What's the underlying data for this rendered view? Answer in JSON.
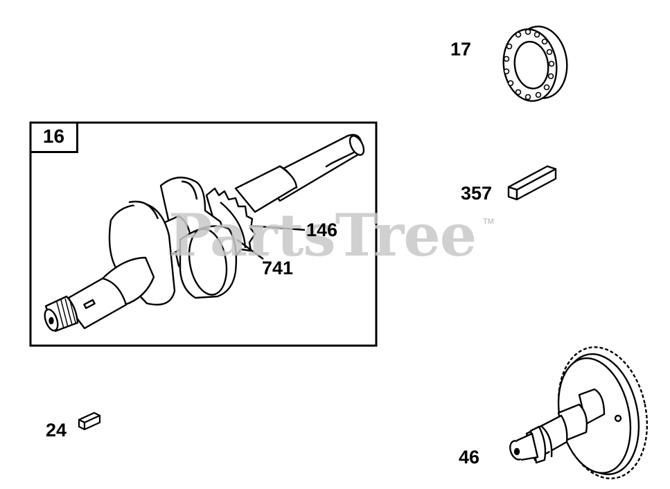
{
  "diagram": {
    "watermark": "PartsTree",
    "watermark_mark": "TM",
    "assembly_label": "16",
    "parts": [
      {
        "id": "17",
        "name": "bearing"
      },
      {
        "id": "357",
        "name": "key"
      },
      {
        "id": "146",
        "name": "gear"
      },
      {
        "id": "741",
        "name": "retainer"
      },
      {
        "id": "24",
        "name": "key"
      },
      {
        "id": "46",
        "name": "camshaft-gear"
      }
    ]
  },
  "colors": {
    "line": "#000000",
    "watermark": "#c8c8c8",
    "background": "#ffffff"
  }
}
